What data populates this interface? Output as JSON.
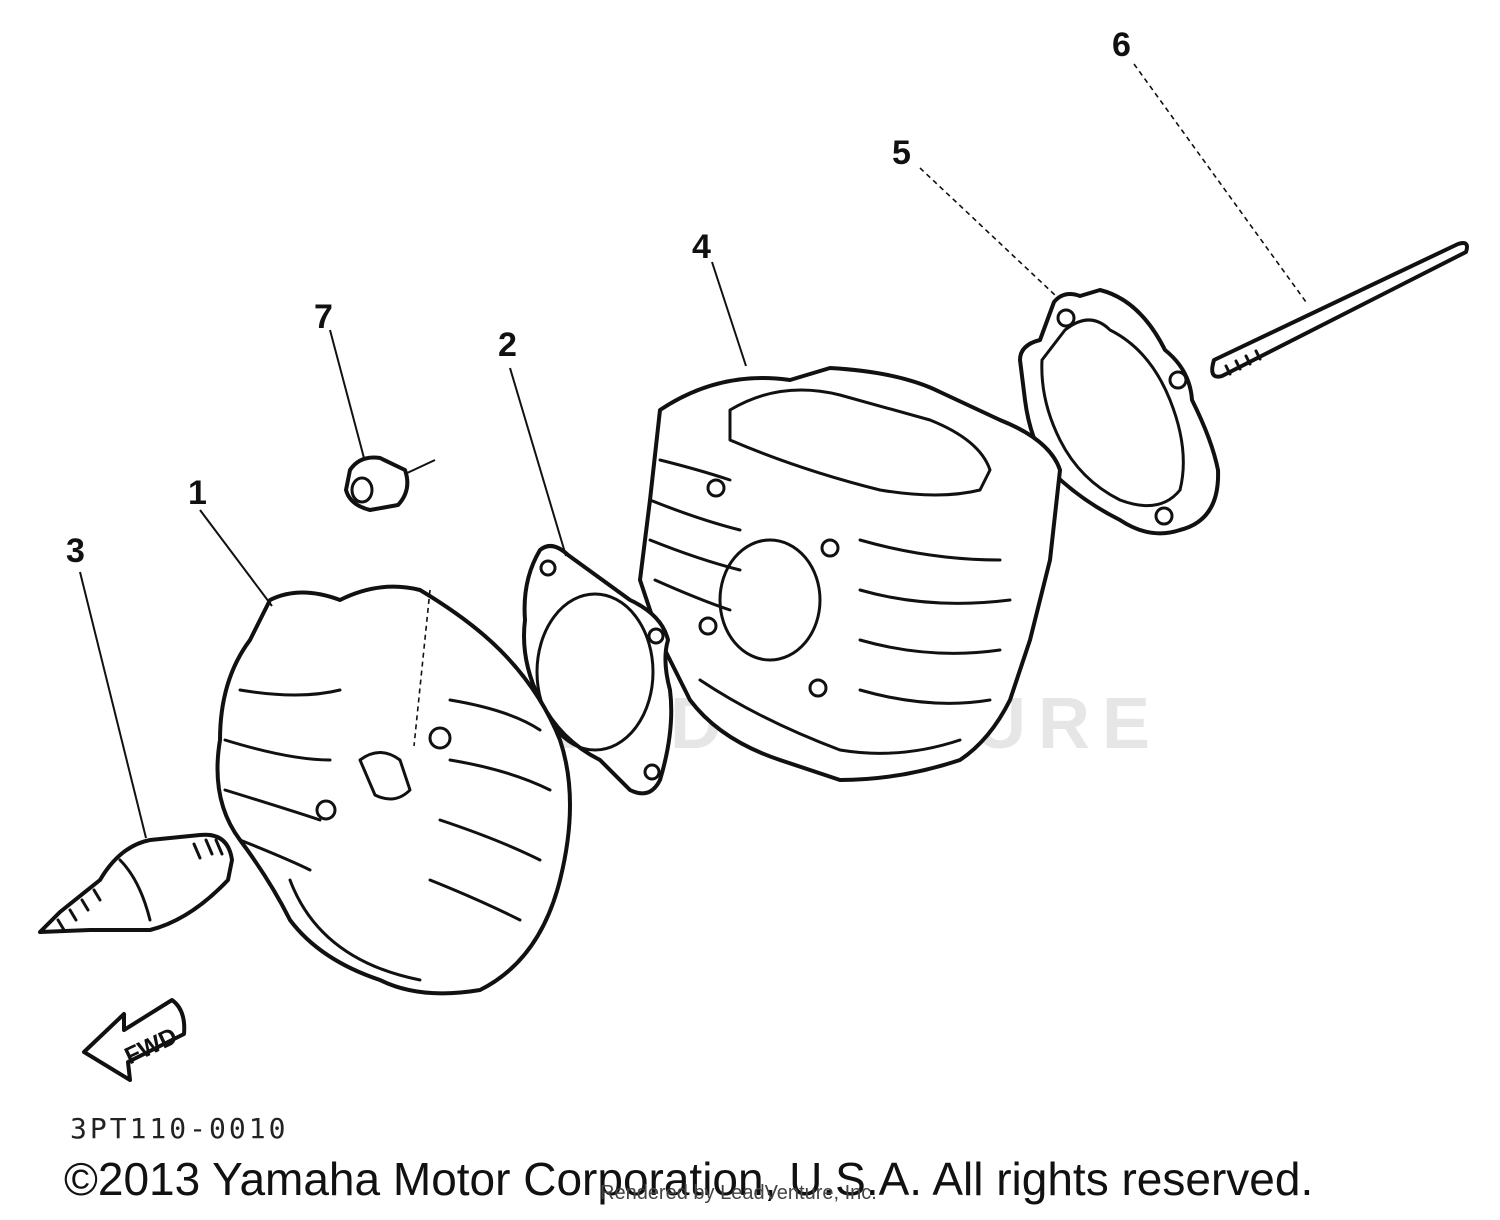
{
  "callouts": [
    {
      "id": "1",
      "label": "1"
    },
    {
      "id": "2",
      "label": "2"
    },
    {
      "id": "3",
      "label": "3"
    },
    {
      "id": "4",
      "label": "4"
    },
    {
      "id": "5",
      "label": "5"
    },
    {
      "id": "6",
      "label": "6"
    },
    {
      "id": "7",
      "label": "7"
    }
  ],
  "direction_arrow": {
    "label": "FWD"
  },
  "watermark": {
    "text": "LEADVENTURE"
  },
  "diagram_code": "3PT110-0010",
  "copyright": "©2013 Yamaha Motor Corporation, U.S.A. All rights reserved.",
  "rendered_by": "Rendered by LeadVenture, Inc."
}
